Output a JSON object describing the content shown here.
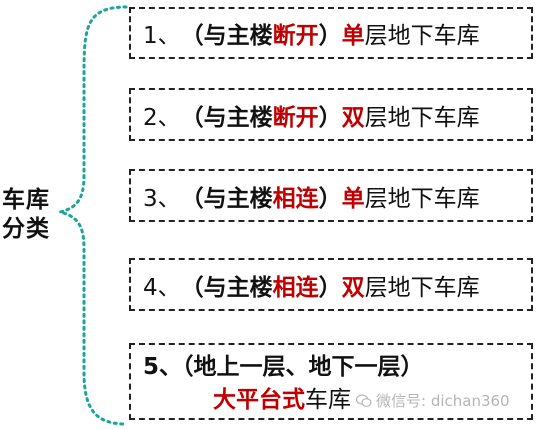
{
  "root": {
    "line1": "车库",
    "line2": "分类"
  },
  "items": [
    {
      "num": "1、",
      "paren_open": "（",
      "prefix": "与主楼",
      "relation": "断开",
      "paren_close": "）",
      "type": "单",
      "suffix": "层地下车库"
    },
    {
      "num": "2、",
      "paren_open": "（",
      "prefix": "与主楼",
      "relation": "断开",
      "paren_close": "）",
      "type": "双",
      "suffix": "层地下车库"
    },
    {
      "num": "3、",
      "paren_open": "（",
      "prefix": "与主楼",
      "relation": "相连",
      "paren_close": "）",
      "type": "单",
      "suffix": "层地下车库"
    },
    {
      "num": "4、",
      "paren_open": "（",
      "prefix": "与主楼",
      "relation": "相连",
      "paren_close": "）",
      "type": "双",
      "suffix": "层地下车库"
    }
  ],
  "item5": {
    "line1": "5、（地上一层、地下一层）",
    "highlight": "大平台式",
    "suffix": "车库"
  },
  "watermark": {
    "text": "微信号: dichan360"
  },
  "colors": {
    "accent_red": "#c00000",
    "brace": "#1aa59a",
    "text": "#111111"
  }
}
